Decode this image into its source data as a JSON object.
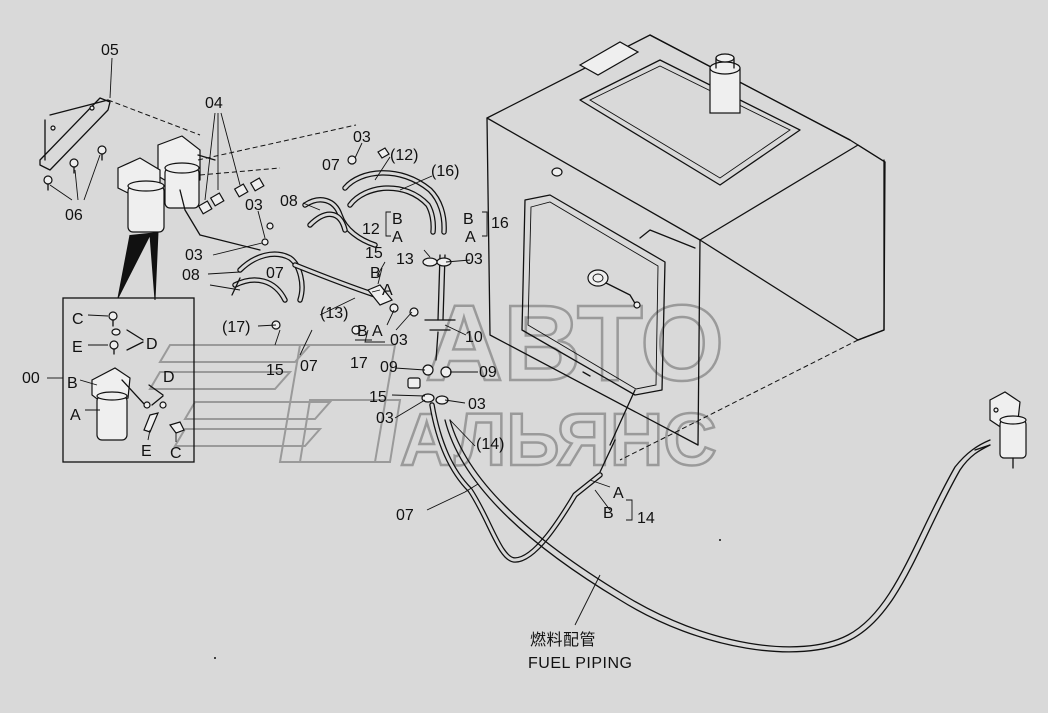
{
  "watermark": {
    "line1": "АВТО",
    "line2": "АЛЬЯНС"
  },
  "caption": {
    "jp": "燃料配管",
    "en": "FUEL PIPING"
  },
  "callouts": {
    "c05": "05",
    "c04": "04",
    "c06": "06",
    "c00": "00",
    "c03a": "03",
    "c03b": "03",
    "c03c": "03",
    "c03d": "03",
    "c03e": "03",
    "c03f": "03",
    "c03g": "03",
    "c07a": "07",
    "c07b": "07",
    "c07c": "07",
    "c07d": "07",
    "c08a": "08",
    "c08b": "08",
    "c12p": "(12)",
    "c16p": "(16)",
    "c12": "12",
    "c16": "16",
    "c15a": "15",
    "c15b": "15",
    "c15c": "15",
    "c13": "13",
    "c13p": "(13)",
    "c17p": "(17)",
    "c17": "17",
    "c10": "10",
    "c09a": "09",
    "c09b": "09",
    "c14p": "(14)",
    "c14": "14"
  },
  "letters": {
    "b12": "B",
    "a12": "A",
    "b16": "B",
    "a16": "A",
    "b13": "B",
    "a13": "A",
    "b17": "B",
    "a17": "A",
    "a14": "A",
    "b14": "B",
    "kitC1": "C",
    "kitE1": "E",
    "kitD1": "D",
    "kitB": "B",
    "kitA": "A",
    "kitD2": "D",
    "kitE2": "E",
    "kitC2": "C"
  }
}
